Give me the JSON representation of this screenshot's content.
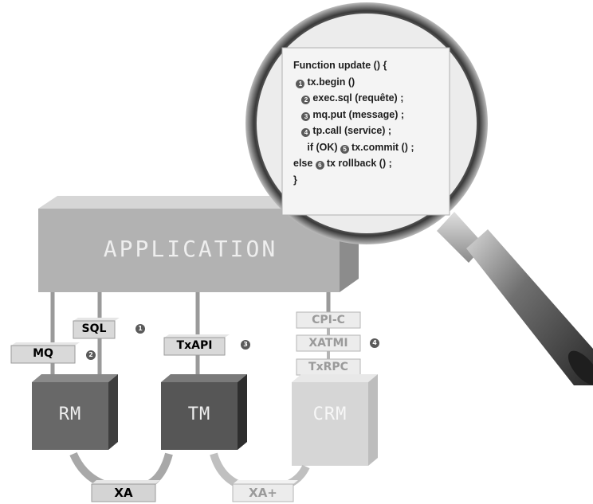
{
  "code": {
    "lines": [
      {
        "indent": "",
        "marker": "",
        "text": "Function update () {"
      },
      {
        "indent": " ",
        "marker": "1",
        "text": "tx.begin ()"
      },
      {
        "indent": "   ",
        "marker": "2",
        "text": "exec.sql (requête) ;"
      },
      {
        "indent": "   ",
        "marker": "3",
        "text": "mq.put (message) ;"
      },
      {
        "indent": "   ",
        "marker": "4",
        "text": "tp.call (service) ;"
      },
      {
        "indent": "     ",
        "marker": "5",
        "text": "if (OK)",
        "after": "tx.commit () ;"
      },
      {
        "indent": "",
        "marker": "6",
        "text": "else",
        "after": "tx rollback () ;"
      },
      {
        "indent": "",
        "marker": "",
        "text": "}"
      }
    ]
  },
  "application": {
    "label": "APPLICATION"
  },
  "interfaces": {
    "sql": {
      "label": "SQL",
      "marker": "1"
    },
    "mq": {
      "label": "MQ",
      "marker": "2"
    },
    "txapi": {
      "label": "TxAPI",
      "marker": "3"
    },
    "cpic": {
      "label": "CPI-C"
    },
    "xatmi": {
      "label": "XATMI",
      "marker": "4"
    },
    "txrpc": {
      "label": "TxRPC"
    }
  },
  "boxes": {
    "rm": {
      "label": "RM"
    },
    "tm": {
      "label": "TM"
    },
    "crm": {
      "label": "CRM"
    }
  },
  "links": {
    "xa": {
      "label": "XA"
    },
    "xaplus": {
      "label": "XA+"
    }
  },
  "colors": {
    "app_front": "#b4b4b4",
    "app_top": "#cfcfcf",
    "rm_front": "#6a6a6a",
    "tm_front": "#595959",
    "crm_front": "#d6d6d6",
    "lens_rim": "#3c3c3c",
    "handle": "#2b2b2b"
  }
}
